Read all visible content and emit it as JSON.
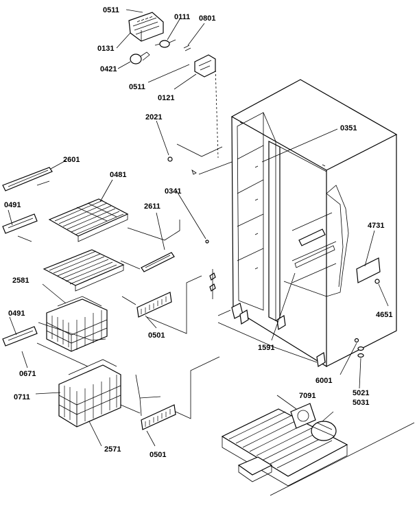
{
  "labels": {
    "p0511_top": "0511",
    "p0111": "0111",
    "p0801": "0801",
    "p0131": "0131",
    "p0421": "0421",
    "p0511_mid": "0511",
    "p0121": "0121",
    "p2021": "2021",
    "p0351": "0351",
    "p2601": "2601",
    "p0481": "0481",
    "p0491_top": "0491",
    "p0341": "0341",
    "p2611": "2611",
    "p4731": "4731",
    "p2581": "2581",
    "p0491_bot": "0491",
    "p0501_top": "0501",
    "p4651": "4651",
    "p1591": "1591",
    "p0671": "0671",
    "p6001": "6001",
    "p0711": "0711",
    "p5021": "5021",
    "p5031": "5031",
    "p7091": "7091",
    "p2571": "2571",
    "p0501_bot": "0501"
  }
}
